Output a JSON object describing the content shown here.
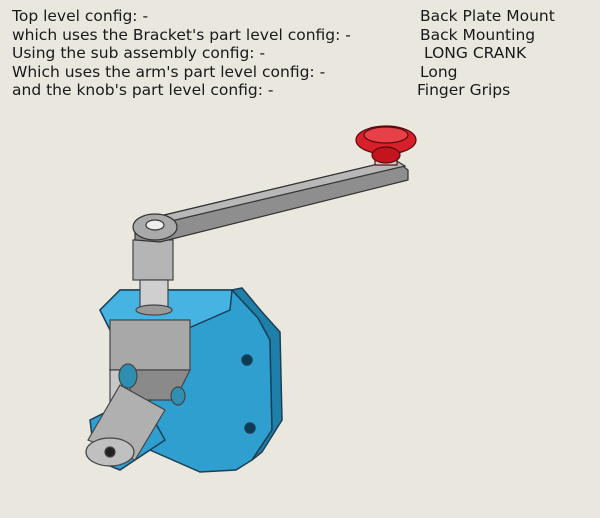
{
  "config_rows": [
    {
      "label": "Top level config: -",
      "value": "Back Plate Mount"
    },
    {
      "label": "which uses the Bracket's part level config: -",
      "value": "Back Mounting"
    },
    {
      "label": "Using the sub assembly config: -",
      "value": "LONG CRANK"
    },
    {
      "label": "Which uses the arm's part level config: -",
      "value": "Long"
    },
    {
      "label": "and the knob's part level config: -",
      "value": "Finger Grips"
    }
  ],
  "colors": {
    "background": "#e9e7de",
    "bracket": "#2f9fd0",
    "knob": "#d8202a",
    "metal": "#9a9a9a"
  }
}
